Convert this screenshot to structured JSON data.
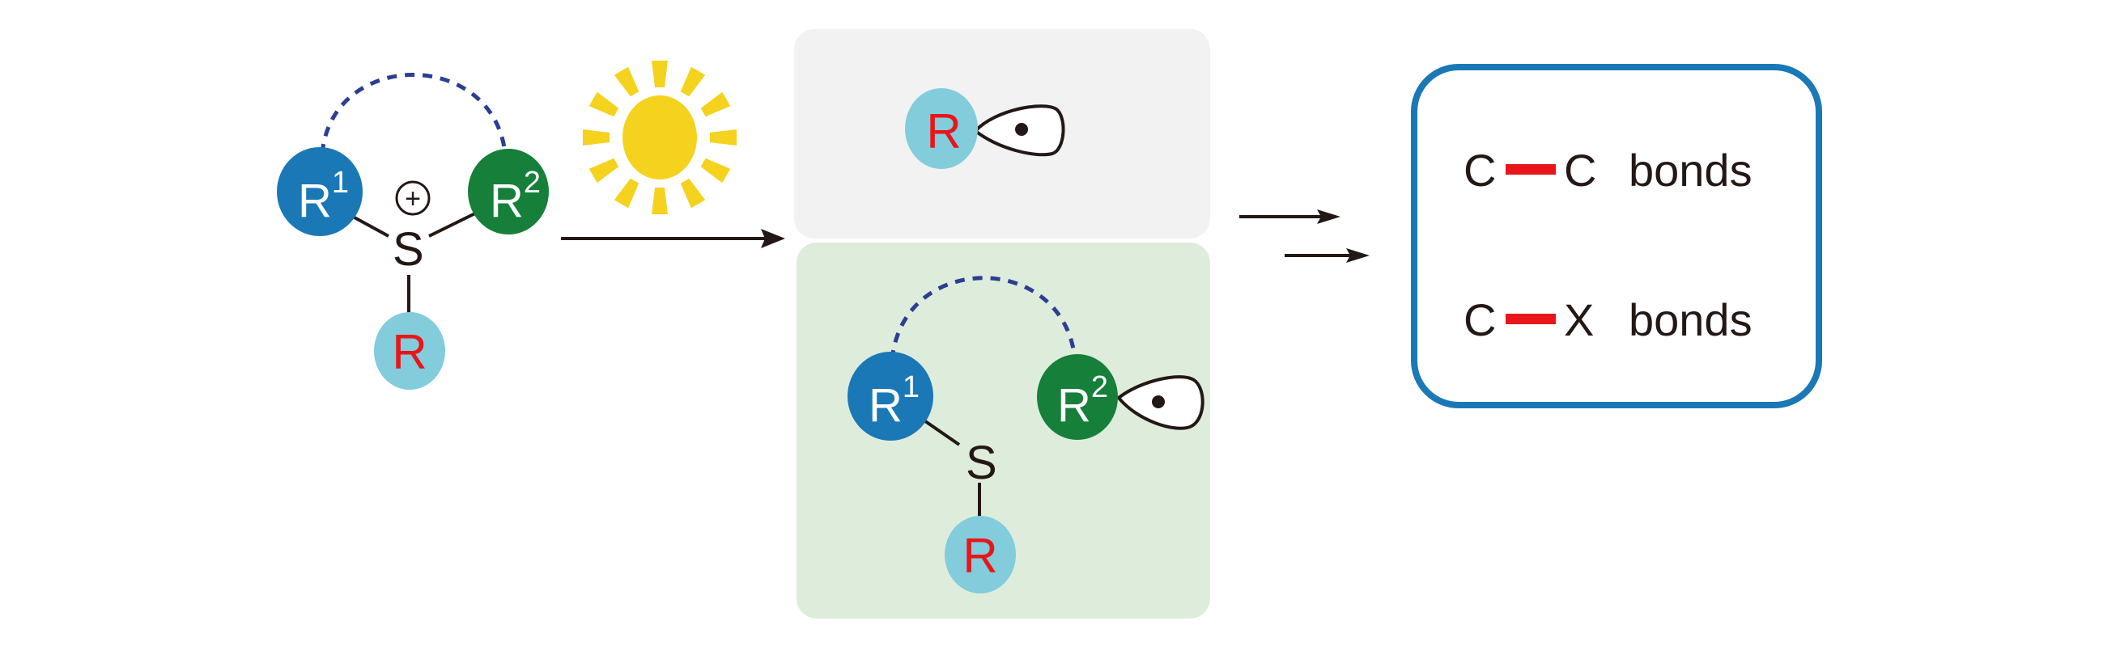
{
  "colors": {
    "r1": "#1a78b6",
    "r2": "#167f3a",
    "r": "#82ccdc",
    "r_text": "#e8161b",
    "bond": "#e8161b",
    "sun": "#f5d21d",
    "radical_box": "#f2f2f2",
    "sulfide_box": "#deeddb",
    "product_box_border": "#1a78b6",
    "dashed_link": "#2b3e94"
  },
  "reactant": {
    "r1_label": "R",
    "r1_sup": "1",
    "r2_label": "R",
    "r2_sup": "2",
    "s_label": "S",
    "r_label": "R",
    "charge": "+"
  },
  "light_icon": "sun-icon",
  "radical": {
    "r_label": "R"
  },
  "sulfide": {
    "r1_label": "R",
    "r1_sup": "1",
    "r2_label": "R",
    "r2_sup": "2",
    "s_label": "S",
    "r_label": "R"
  },
  "products": [
    {
      "left": "C",
      "right": "C",
      "text": "bonds"
    },
    {
      "left": "C",
      "right": "X",
      "text": "bonds"
    }
  ]
}
